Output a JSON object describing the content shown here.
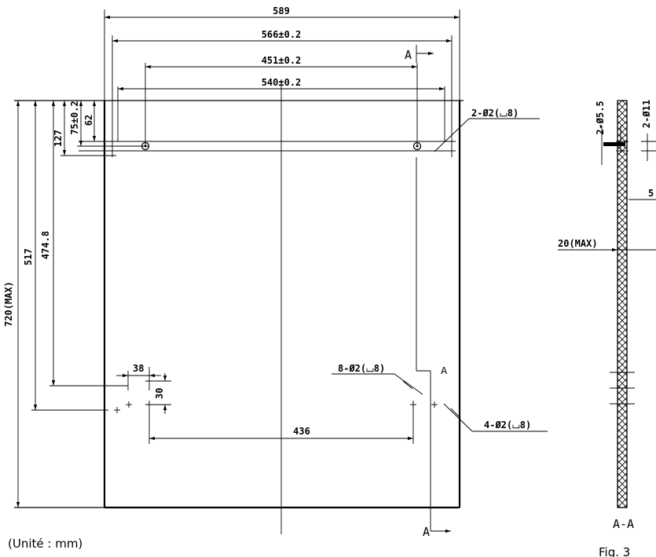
{
  "dimensions": {
    "overall_width": "589",
    "mount_width": "566±0.2",
    "hole_span_top": "451±0.2",
    "inner_width": "540±0.2",
    "height_max": "720(MAX)",
    "height_517": "517",
    "height_474": "474.8",
    "height_127": "127",
    "height_75": "75±0.2",
    "height_62": "62",
    "offset_38": "38",
    "offset_30": "30",
    "hole_span_bottom": "436",
    "side_hole_large": "2-Ø5.5",
    "side_hole_small": "2-Ø11",
    "side_dim_5": "5",
    "thickness": "20(MAX)"
  },
  "callouts": {
    "top_holes": "2-Ø2(⌴8)",
    "bottom_holes_8": "8-Ø2(⌴8)",
    "bottom_holes_4": "4-Ø2(⌴8)"
  },
  "section": {
    "marker_letter": "A",
    "section_label": "A-A"
  },
  "caption": {
    "unit": "(Unité : mm)",
    "figure": "Fig. 3"
  }
}
